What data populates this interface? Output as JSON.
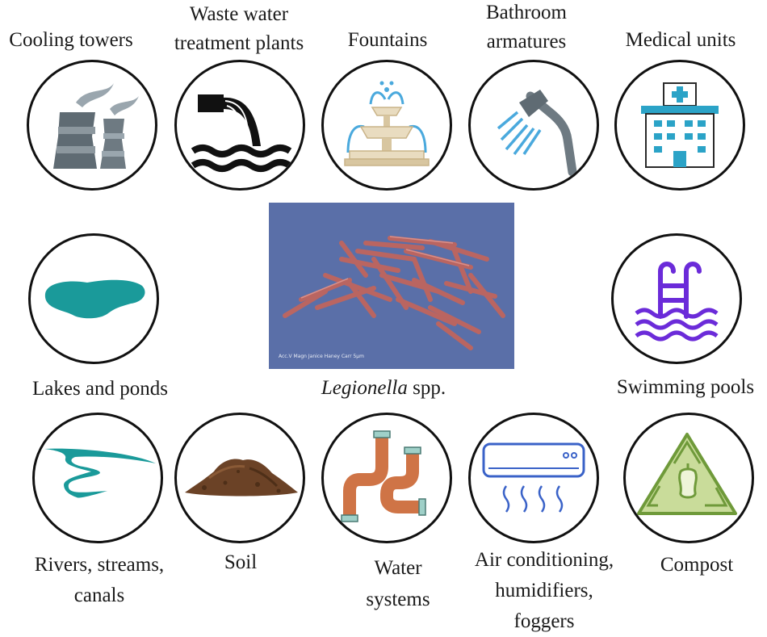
{
  "labels": {
    "cooling_towers": "Cooling towers",
    "waste_water_1": "Waste water",
    "waste_water_2": "treatment plants",
    "fountains": "Fountains",
    "bathroom_1": "Bathroom",
    "bathroom_2": "armatures",
    "medical_units": "Medical units",
    "lakes_and_ponds": "Lakes and ponds",
    "swimming_pools": "Swimming pools",
    "rivers_1": "Rivers, streams,",
    "rivers_2": "canals",
    "soil": "Soil",
    "water_systems_1": "Water",
    "water_systems_2": "systems",
    "air_cond_1": "Air conditioning,",
    "air_cond_2": "humidifiers,",
    "air_cond_3": "foggers",
    "compost": "Compost"
  },
  "center": {
    "genus": "Legionella",
    "suffix": " spp.",
    "micrograph_caption": "Acc.V  Magn    Janice Haney Carr        5µm"
  },
  "icons": {
    "cooling_towers": "cooling-tower-icon",
    "waste_water": "waste-pipe-icon",
    "fountains": "fountain-icon",
    "bathroom": "shower-head-icon",
    "medical": "hospital-icon",
    "lakes": "pond-icon",
    "pools": "pool-ladder-icon",
    "rivers": "river-icon",
    "soil": "soil-pile-icon",
    "water_systems": "pipes-icon",
    "air_conditioning": "air-conditioner-icon",
    "compost": "compost-recycle-icon"
  },
  "colors": {
    "circle_border": "#111111",
    "teal": "#1a9a9a",
    "micrograph_bg": "#5a6fa8",
    "bacteria": "#c0655e",
    "pool": "#6b2bd9",
    "pipes": "#cf7446"
  }
}
